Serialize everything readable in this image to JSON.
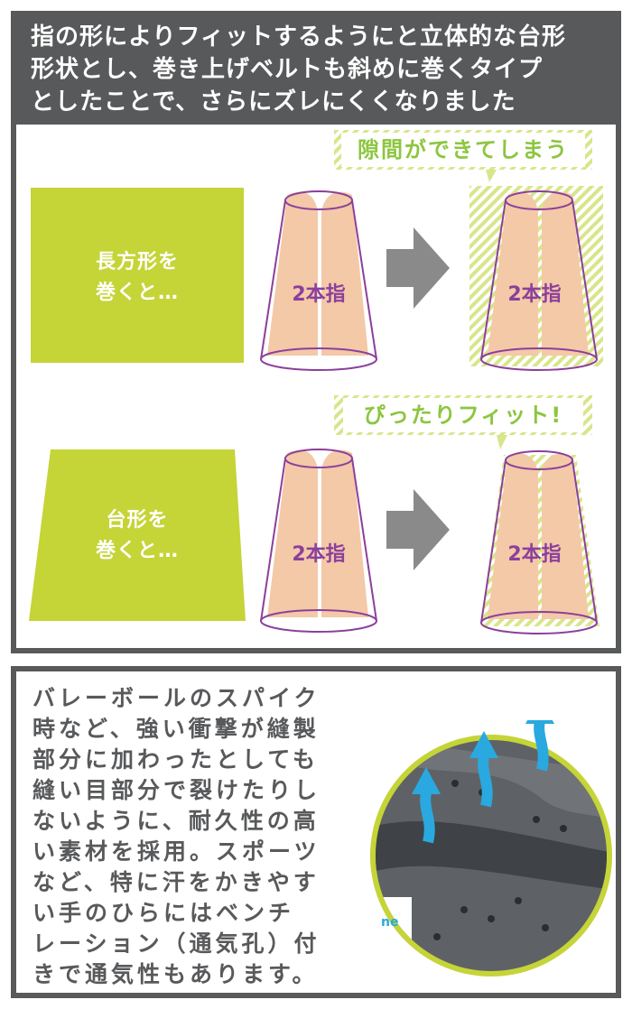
{
  "header": {
    "lines": [
      "指の形によりフィットするようにと立体的な台形",
      "形状とし、巻き上げベルトも斜めに巻くタイプ",
      "としたことで、さらにズレにくくなりました"
    ]
  },
  "row1": {
    "shape_label_lines": [
      "長方形を",
      "巻くと…"
    ],
    "finger_label_left": "2本指",
    "finger_label_right": "2本指",
    "callout": "隙間ができてしまう"
  },
  "row2": {
    "shape_label_lines": [
      "台形を",
      "巻くと…"
    ],
    "finger_label_left": "2本指",
    "finger_label_right": "2本指",
    "callout": "ぴったりフィット!"
  },
  "description": {
    "lines": [
      "バレーボールのスパイク",
      "時など、強い衝撃が縫製",
      "部分に加わったとしても",
      "縫い目部分で裂けたりし",
      "ないように、耐久性の高",
      "い素材を採用。スポーツ",
      "など、特に汗をかきやす",
      "い手のひらにはベンチ",
      "レーション（通気孔）付",
      "きで通気性もあります。"
    ]
  },
  "photo": {
    "tag_text": "ne"
  },
  "colors": {
    "frame": "#58595b",
    "accent_green": "#c5d437",
    "callout_green": "#8cc63f",
    "finger_fill": "#f3c9a7",
    "outline_purple": "#8c3f9c",
    "arrow_gray": "#8a8a8a",
    "vent_arrow_blue": "#29a9e0"
  }
}
